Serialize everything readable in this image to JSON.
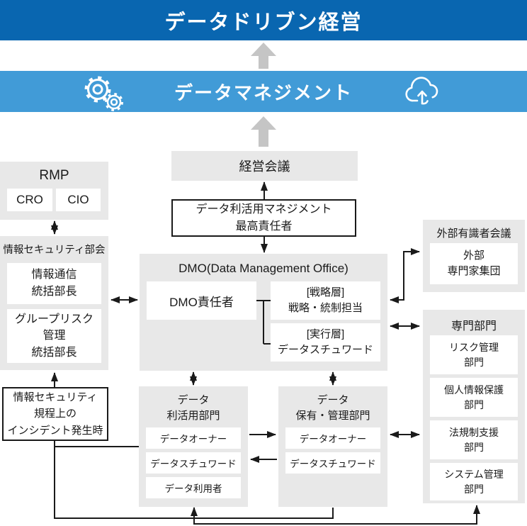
{
  "colors": {
    "top_banner": "#0966b0",
    "middle_banner": "#419bd7",
    "box_gray": "#e8e8e8",
    "flow_arrow_gray": "#c5c5c5",
    "connector_black": "#1a1a1a"
  },
  "banners": {
    "top": "データドリブン経営",
    "middle": "データマネジメント"
  },
  "icons": {
    "left": "gears-icon",
    "right": "cloud-upload-icon"
  },
  "rmp": {
    "title": "RMP",
    "cro": "CRO",
    "cio": "CIO"
  },
  "security_committee": {
    "title": "情報セキュリティ部会",
    "info_comm_lines": [
      "情報通信",
      "統括部長"
    ],
    "group_risk_lines": [
      "グループリスク",
      "管理",
      "統括部長"
    ]
  },
  "incident": {
    "lines": [
      "情報セキュリティ",
      "規程上の",
      "インシデント発生時"
    ]
  },
  "exec_meeting": {
    "title": "経営会議"
  },
  "chief_officer": {
    "lines": [
      "データ利活用マネジメント",
      "最高責任者"
    ]
  },
  "dmo": {
    "title": "DMO(Data Management Office)",
    "head": "DMO責任者",
    "strategy": [
      "[戦略層]",
      "戦略・統制担当"
    ],
    "execution": [
      "[実行層]",
      "データスチュワード"
    ]
  },
  "data_use_dept": {
    "title_lines": [
      "データ",
      "利活用部門"
    ],
    "roles": [
      "データオーナー",
      "データスチュワード",
      "データ利用者"
    ]
  },
  "data_hold_dept": {
    "title_lines": [
      "データ",
      "保有・管理部門"
    ],
    "roles": [
      "データオーナー",
      "データスチュワード"
    ]
  },
  "external_council": {
    "title": "外部有識者会議",
    "member_lines": [
      "外部",
      "専門家集団"
    ]
  },
  "specialist": {
    "title": "専門部門",
    "depts": [
      [
        "リスク管理",
        "部門"
      ],
      [
        "個人情報保護",
        "部門"
      ],
      [
        "法規制支援",
        "部門"
      ],
      [
        "システム管理",
        "部門"
      ]
    ]
  }
}
